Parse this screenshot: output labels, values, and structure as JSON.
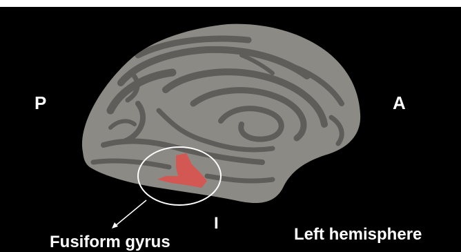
{
  "image": {
    "background_color": "#000000",
    "cortex_gyri_color": "#8c8a84",
    "cortex_sulci_color": "#5e5d5a",
    "highlight_color": "#d9534f",
    "circle_color": "#ffffff"
  },
  "labels": {
    "posterior": "P",
    "anterior": "A",
    "inferior": "I",
    "region": "Fusiform gyrus",
    "hemisphere": "Left hemisphere"
  }
}
